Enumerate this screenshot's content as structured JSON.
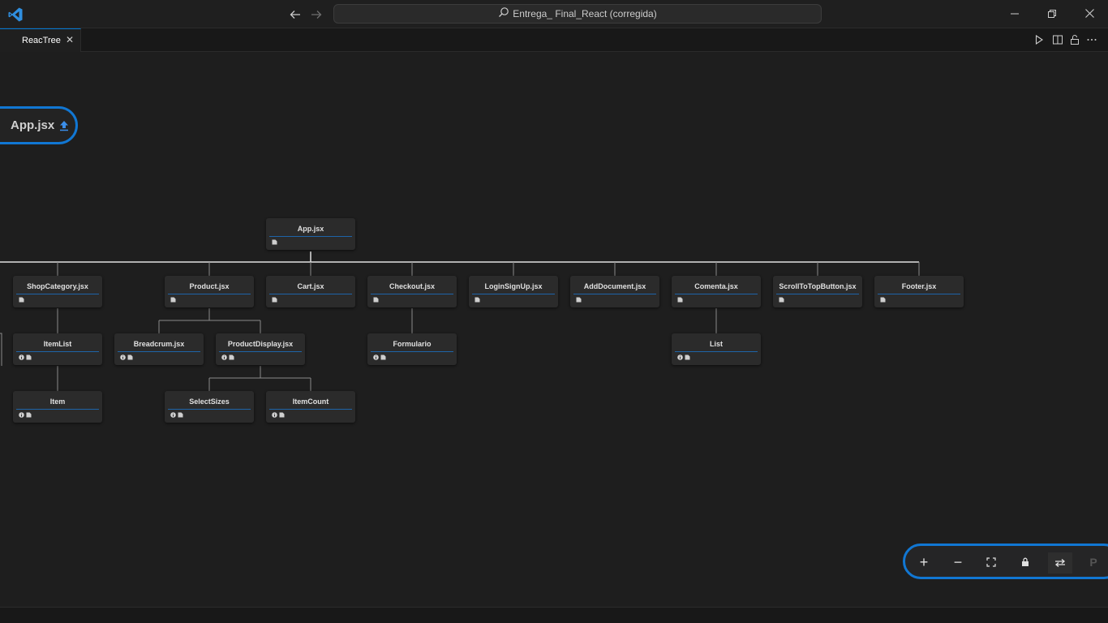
{
  "titlebar": {
    "search_text": "Entrega_ Final_React (corregida)",
    "icons": [
      "vscode-logo",
      "arrow-left-icon",
      "arrow-right-icon",
      "search-icon",
      "minimize-icon",
      "restore-icon",
      "close-icon"
    ]
  },
  "tabs": [
    {
      "label": "ReacTree",
      "active": true,
      "close": "✕"
    }
  ],
  "editor_actions": [
    "run-icon",
    "split-editor-icon",
    "lock-icon",
    "more-icon"
  ],
  "root_pill": {
    "label": "App.jsx"
  },
  "tree": {
    "root": {
      "label": "App.jsx"
    },
    "children": [
      {
        "label": "ShopCategory.jsx",
        "children": [
          {
            "label": "ItemList",
            "children": [
              {
                "label": "Item"
              }
            ]
          }
        ]
      },
      {
        "label": "Product.jsx",
        "children": [
          {
            "label": "Breadcrum.jsx"
          },
          {
            "label": "ProductDisplay.jsx",
            "children": [
              {
                "label": "SelectSizes"
              },
              {
                "label": "ItemCount"
              }
            ]
          }
        ]
      },
      {
        "label": "Cart.jsx"
      },
      {
        "label": "Checkout.jsx",
        "children": [
          {
            "label": "Formulario"
          }
        ]
      },
      {
        "label": "LoginSignUp.jsx"
      },
      {
        "label": "AddDocument.jsx"
      },
      {
        "label": "Comenta.jsx",
        "children": [
          {
            "label": "List"
          }
        ]
      },
      {
        "label": "ScrollToTopButton.jsx"
      },
      {
        "label": "Footer.jsx"
      }
    ]
  },
  "controls": {
    "zoom_in": "+",
    "zoom_out": "−",
    "extra": "P",
    "icons": [
      "zoom-in-icon",
      "zoom-out-icon",
      "fit-view-icon",
      "lock-icon",
      "swap-orientation-icon"
    ]
  },
  "colors": {
    "accent": "#1177d3",
    "background": "#1e1e1e",
    "node": "#2b2b2b",
    "edge": "#8a8a8a"
  }
}
